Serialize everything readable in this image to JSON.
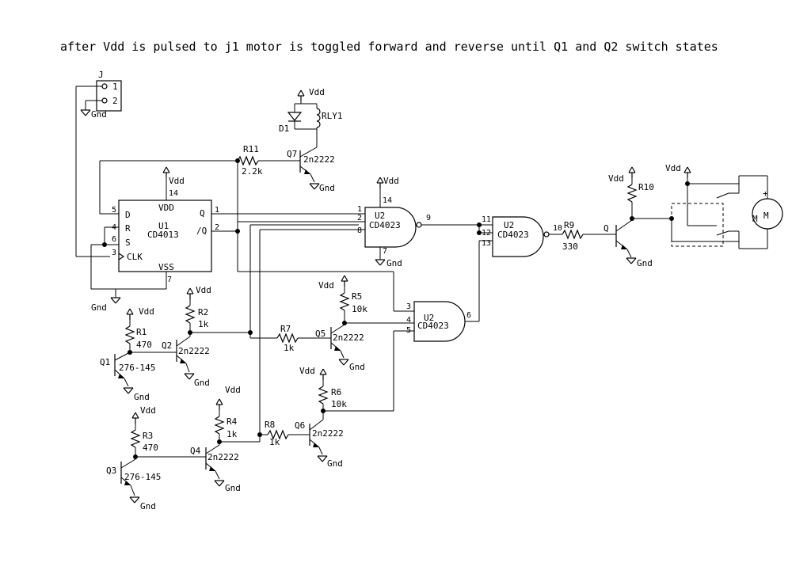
{
  "title": "after Vdd is pulsed to j1 motor is toggled forward and reverse until Q1 and Q2 switch states",
  "labels": {
    "vdd": "Vdd",
    "gnd": "Gnd",
    "j": "J",
    "j_pin1": "1",
    "j_pin2": "2",
    "d1": "D1",
    "rly1": "RLY1",
    "r11": "R11",
    "r11_val": "2.2k",
    "q7": "Q7",
    "q7_part": "2n2222",
    "u1_vdd_pin": "14",
    "u1_pin_d": "5",
    "u1_d": "D",
    "u1_pin_r": "4",
    "u1_r": "R",
    "u1_pin_s": "6",
    "u1_s": "S",
    "u1_pin_clk": "3",
    "u1_clk": "CLK",
    "u1_vdd": "VDD",
    "u1_name": "U1",
    "u1_part": "CD4013",
    "u1_vss": "VSS",
    "u1_q": "Q",
    "u1_qn": "/Q",
    "u1_pin_q": "1",
    "u1_pin_qn": "2",
    "u1_pin_vss": "7",
    "u2_name": "U2",
    "u2_part": "CD4023",
    "u2a_vdd_pin": "14",
    "u2a_in1": "1",
    "u2a_in2": "2",
    "u2a_in3": "8",
    "u2a_out": "9",
    "u2a_gnd_pin": "7",
    "u2c_in1": "11",
    "u2c_in2": "12",
    "u2c_in3": "13",
    "u2c_out": "10",
    "u2b_in1": "3",
    "u2b_in2": "4",
    "u2b_in3": "5",
    "u2b_out": "6",
    "r9": "R9",
    "r9_val": "330",
    "q": "Q",
    "r10": "R10",
    "motor": "M",
    "motor_plus": "+",
    "r5": "R5",
    "r5_val": "10k",
    "q5": "Q5",
    "q5_part": "2n2222",
    "r7": "R7",
    "r7_val": "1k",
    "r2": "R2",
    "r2_val": "1k",
    "q2": "Q2",
    "q2_part": "2n2222",
    "r1": "R1",
    "r1_val": "470",
    "q1": "Q1",
    "q1_part": "276-145",
    "r6": "R6",
    "r6_val": "10k",
    "q6": "Q6",
    "q6_part": "2n2222",
    "r8": "R8",
    "r8_val": "1k",
    "r4": "R4",
    "r4_val": "1k",
    "q4": "Q4",
    "q4_part": "2n2222",
    "r3": "R3",
    "r3_val": "470",
    "q3": "Q3",
    "q3_part": "276-145"
  }
}
